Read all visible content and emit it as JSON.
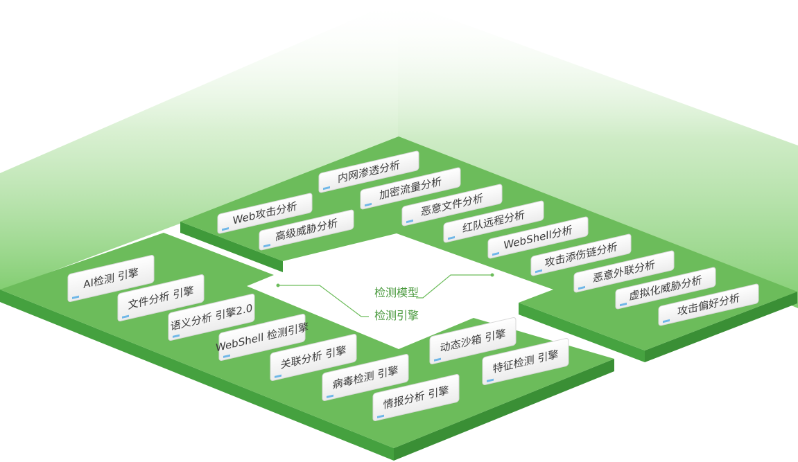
{
  "center": {
    "model_label": "检测模型",
    "engine_label": "检测引擎"
  },
  "modules": {
    "models": [
      {
        "label": "内网渗透分析"
      },
      {
        "label": "Web攻击分析"
      },
      {
        "label": "加密流量分析"
      },
      {
        "label": "高级威胁分析"
      },
      {
        "label": "恶意文件分析"
      },
      {
        "label": "红队远程分析"
      },
      {
        "label": "WebShell分析"
      },
      {
        "label": "攻击添伤链分析"
      },
      {
        "label": "恶意外联分析"
      },
      {
        "label": "虚拟化威胁分析"
      },
      {
        "label": "攻击偏好分析"
      }
    ],
    "engines": [
      {
        "label": "AI检测 引擎"
      },
      {
        "label": "文件分析 引擎"
      },
      {
        "label": "语义分析 引擎2.0"
      },
      {
        "label": "WebShell 检测引擎"
      },
      {
        "label": "关联分析 引擎"
      },
      {
        "label": "病毒检测 引擎"
      },
      {
        "label": "情报分析 引擎"
      },
      {
        "label": "动态沙箱 引擎"
      },
      {
        "label": "特征检测 引擎"
      }
    ]
  },
  "colors": {
    "platform_top": "#6cbc5b",
    "platform_side": "#3f9a3a",
    "wall_green": "#8fd47f",
    "label_text": "#4a9a3e"
  }
}
